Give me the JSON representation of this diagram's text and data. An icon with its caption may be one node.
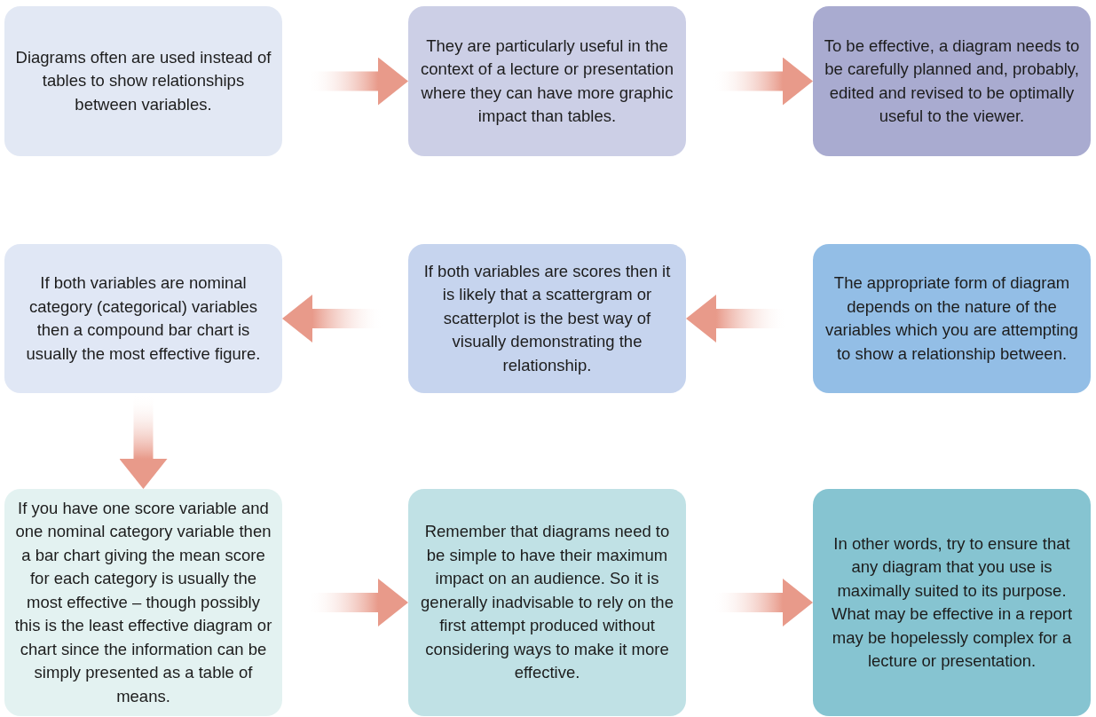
{
  "diagram": {
    "nodes": [
      {
        "text": [
          "Diagrams often are used instead of tables to show relationships between variables."
        ]
      },
      {
        "text": [
          "They are particularly useful in the context of a lecture or presentation where they can have more graphic impact than tables."
        ]
      },
      {
        "text": [
          "To be effective, a diagram needs to be carefully planned and, probably, edited and revised to be optimally useful to the viewer."
        ]
      },
      {
        "text": [
          "If both variables are nominal category (categorical) variables then a compound bar chart is usually the most effective figure."
        ]
      },
      {
        "text": [
          "If both variables are scores then it is likely that a scattergram or scatterplot is the best way of visually demonstrating the relationship."
        ]
      },
      {
        "text": [
          "The appropriate form of diagram depends on the nature of the variables which you are attempting to show a relationship between."
        ]
      },
      {
        "text": [
          "If you have one score variable and one nominal category variable then a bar chart giving the mean score for each category is usually the most effective – though possibly this is the least effective diagram or chart since the information can be simply presented as a table of means."
        ]
      },
      {
        "text": [
          "Remember that diagrams need to be simple to have their maximum impact on an audience. So it is generally inadvisable to rely on the first attempt produced without considering ways to make it more effective."
        ]
      },
      {
        "text": [
          "In other words, try to ensure that any diagram that you use is maximally suited to its purpose. What may be effective in a report may be hopelessly complex for a lecture or presentation."
        ]
      }
    ],
    "edges": [
      {
        "from": 0,
        "to": 1,
        "arrow": "to"
      },
      {
        "from": 1,
        "to": 2,
        "arrow": "to"
      },
      {
        "from": 5,
        "to": 4,
        "arrow": "to"
      },
      {
        "from": 4,
        "to": 3,
        "arrow": "to"
      },
      {
        "from": 3,
        "to": 6,
        "arrow": "to"
      },
      {
        "from": 6,
        "to": 7,
        "arrow": "to"
      },
      {
        "from": 7,
        "to": 8,
        "arrow": "to"
      }
    ]
  }
}
